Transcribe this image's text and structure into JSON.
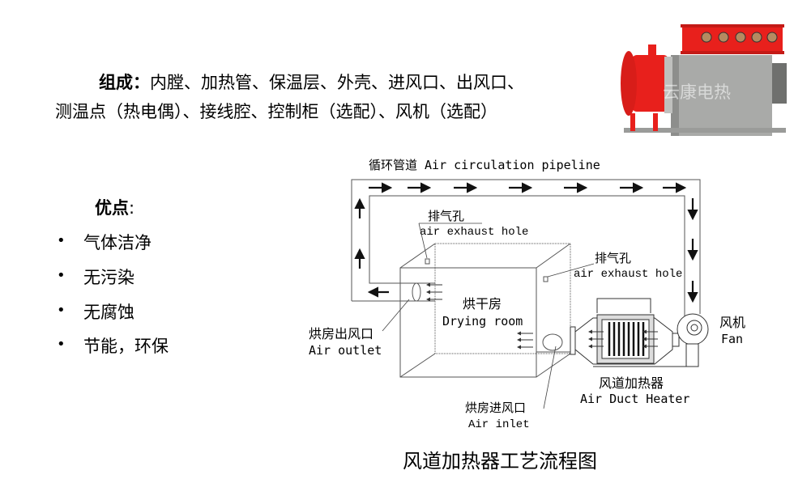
{
  "composition": {
    "label": "组成：",
    "line1": "内膛、加热管、保温层、外壳、进风口、出风口、",
    "line2": "测温点（热电偶）、接线腔、控制柜（选配）、风机（选配）"
  },
  "advantages": {
    "label": "优点",
    "colon": ":",
    "bullet": "•",
    "items": [
      "气体洁净",
      "无污染",
      "无腐蚀",
      "节能，环保"
    ]
  },
  "photo": {
    "watermark": "云康电热"
  },
  "diagram": {
    "pipeline_label": "循环管道 Air circulation pipeline",
    "exhaust1_cn": "排气孔",
    "exhaust1_en": "air exhaust hole",
    "exhaust2_cn": "排气孔",
    "exhaust2_en": "air exhaust hole",
    "room_cn": "烘干房",
    "room_en": "Drying room",
    "outlet_cn": "烘房出风口",
    "outlet_en": "Air outlet",
    "inlet_cn": "烘房进风口",
    "inlet_en": "Air inlet",
    "heater_cn": "风道加热器",
    "heater_en": "Air Duct Heater",
    "fan_cn": "风机",
    "fan_en": "Fan"
  },
  "caption": "风道加热器工艺流程图",
  "colors": {
    "equipment_red": "#e8201c",
    "equipment_gray": "#a9aaa8"
  }
}
